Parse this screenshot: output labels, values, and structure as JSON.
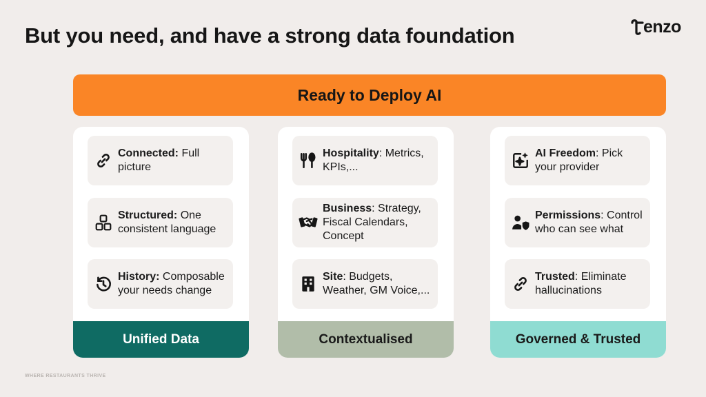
{
  "slide": {
    "title": "But you need, and have a strong data foundation",
    "logo_text": "enzo",
    "banner": "Ready to Deploy AI",
    "tagline": "WHERE RESTAURANTS THRIVE"
  },
  "columns": [
    {
      "footer": "Unified Data",
      "cards": [
        {
          "icon": "link-icon",
          "label": "Connected:",
          "text": "Full picture"
        },
        {
          "icon": "blocks-icon",
          "label": "Structured:",
          "text": "One consistent language"
        },
        {
          "icon": "history-icon",
          "label": "History:",
          "text": "Composable your needs change"
        }
      ]
    },
    {
      "footer": "Contextualised",
      "cards": [
        {
          "icon": "cutlery-icon",
          "label": "Hospitality",
          "text": ": Metrics, KPIs,..."
        },
        {
          "icon": "handshake-icon",
          "label": "Business",
          "text": ": Strategy, Fiscal Calendars, Concept"
        },
        {
          "icon": "building-icon",
          "label": "Site",
          "text": ": Budgets, Weather, GM Voice,..."
        }
      ]
    },
    {
      "footer": "Governed & Trusted",
      "cards": [
        {
          "icon": "sparkle-icon",
          "label": "AI Freedom",
          "text": ": Pick your provider"
        },
        {
          "icon": "user-shield-icon",
          "label": "Permissions",
          "text": ": Control who can see what"
        },
        {
          "icon": "link-icon",
          "label": "Trusted",
          "text": ": Eliminate hallucinations"
        }
      ]
    }
  ],
  "colors": {
    "background": "#f1edeb",
    "banner": "#fa8526",
    "footer_unified": "#0f6b63",
    "footer_contextualised": "#b1bda9",
    "footer_governed": "#8fdcd2",
    "card": "#f3f0ee"
  }
}
